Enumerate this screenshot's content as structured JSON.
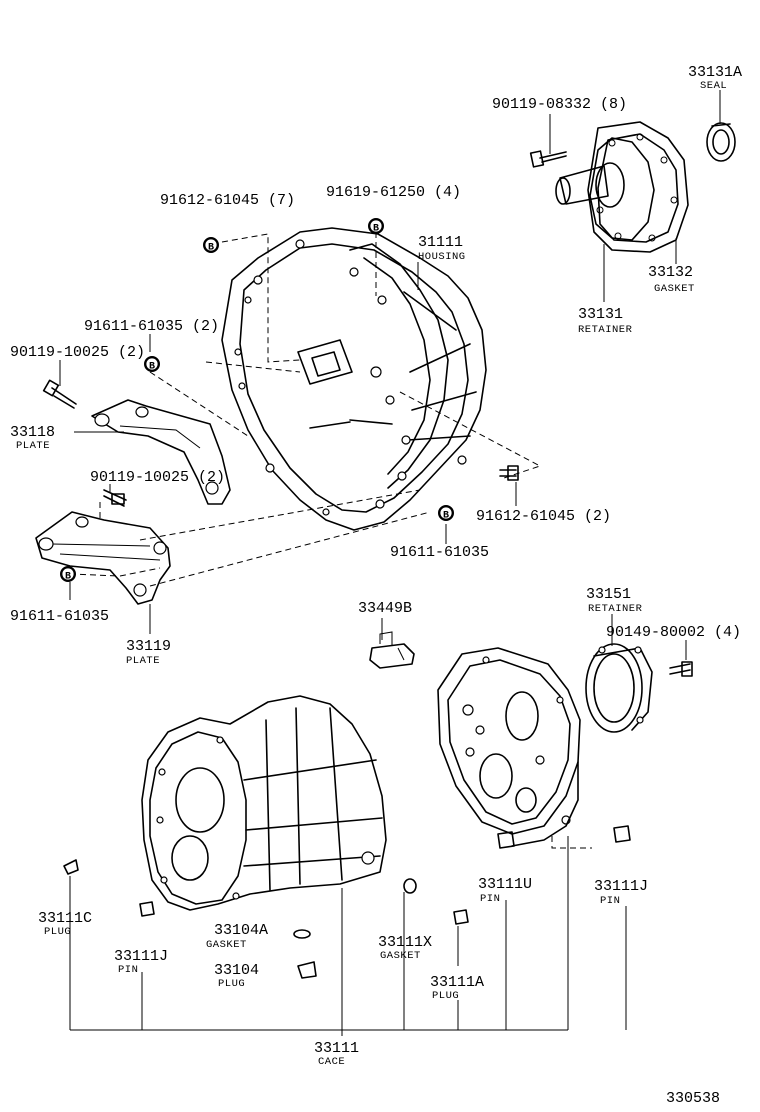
{
  "labels": {
    "seal_33131a": {
      "pn": "33131A",
      "name": "SEAL"
    },
    "bolt_90119_08332": {
      "pn": "90119-08332 (8)"
    },
    "gasket_33132": {
      "pn": "33132",
      "name": "GASKET"
    },
    "retainer_33131": {
      "pn": "33131",
      "name": "RETAINER"
    },
    "bolt_91612_61045_7": {
      "pn": "91612-61045 (7)"
    },
    "bolt_91619_61250_4": {
      "pn": "91619-61250 (4)"
    },
    "housing_31111": {
      "pn": "31111",
      "name": "HOUSING"
    },
    "bolt_91611_61035_2": {
      "pn": "91611-61035 (2)"
    },
    "bolt_90119_10025_2a": {
      "pn": "90119-10025 (2)"
    },
    "plate_33118": {
      "pn": "33118",
      "name": "PLATE"
    },
    "bolt_90119_10025_2b": {
      "pn": "90119-10025 (2)"
    },
    "bolt_91612_61045_2": {
      "pn": "91612-61045 (2)"
    },
    "bolt_91611_61035_a": {
      "pn": "91611-61035"
    },
    "bolt_91611_61035_b": {
      "pn": "91611-61035"
    },
    "plate_33119": {
      "pn": "33119",
      "name": "PLATE"
    },
    "part_33449b": {
      "pn": "33449B"
    },
    "retainer_33151": {
      "pn": "33151",
      "name": "RETAINER"
    },
    "bolt_90149_80002": {
      "pn": "90149-80002 (4)"
    },
    "plug_33111c": {
      "pn": "33111C",
      "name": "PLUG"
    },
    "pin_33111j_left": {
      "pn": "33111J",
      "name": "PIN"
    },
    "gasket_33104a": {
      "pn": "33104A",
      "name": "GASKET"
    },
    "plug_33104": {
      "pn": "33104",
      "name": "PLUG"
    },
    "gasket_33111x": {
      "pn": "33111X",
      "name": "GASKET"
    },
    "plug_33111a": {
      "pn": "33111A",
      "name": "PLUG"
    },
    "pin_33111u": {
      "pn": "33111U",
      "name": "PIN"
    },
    "pin_33111j_right": {
      "pn": "33111J",
      "name": "PIN"
    },
    "case_33111": {
      "pn": "33111",
      "name": "CACE"
    },
    "drawing_number": {
      "pn": "330538"
    }
  },
  "callout_marker": "B"
}
